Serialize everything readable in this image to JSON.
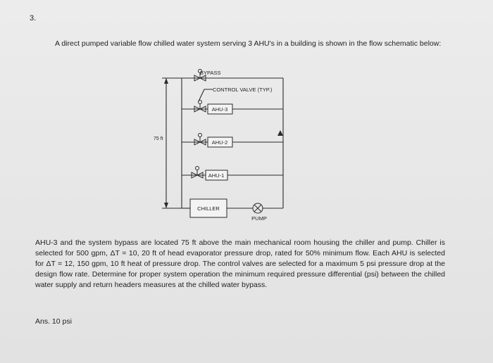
{
  "question": {
    "number": "3.",
    "intro": "A direct pumped variable flow chilled water system serving 3 AHU's in a building is shown in the flow schematic below:",
    "body": "AHU-3 and the system bypass are located 75 ft above the main mechanical room housing the chiller and pump. Chiller is selected for 500 gpm, ΔT = 10, 20 ft of head evaporator pressure drop, rated for 50% minimum flow. Each AHU is selected for ΔT = 12, 150 gpm, 10 ft heat of pressure drop. The control valves are selected for a maximum 5 psi pressure drop at the design flow rate. Determine for proper system operation the minimum required pressure differential (psi) between the chilled water supply and return headers measures at the chilled water bypass.",
    "answer": "Ans. 10 psi"
  },
  "schematic": {
    "bypass_label": "BYPASS",
    "control_valve_label": "CONTROL VALVE (TYP.)",
    "ahu3_label": "AHU-3",
    "ahu2_label": "AHU-2",
    "ahu1_label": "AHU-1",
    "height_label": "75 ft",
    "chiller_label": "CHILLER",
    "pump_label": "PUMP"
  }
}
